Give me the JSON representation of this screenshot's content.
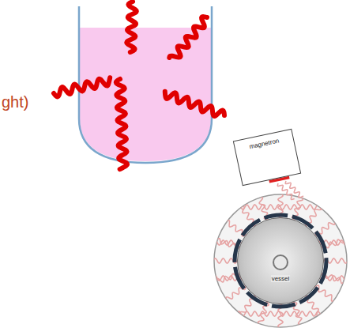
{
  "diagram": {
    "nodes": [
      {
        "text": [
          "magnetron"
        ]
      },
      {
        "text": [
          "vessel"
        ]
      }
    ],
    "labels": [
      "ght)"
    ]
  }
}
